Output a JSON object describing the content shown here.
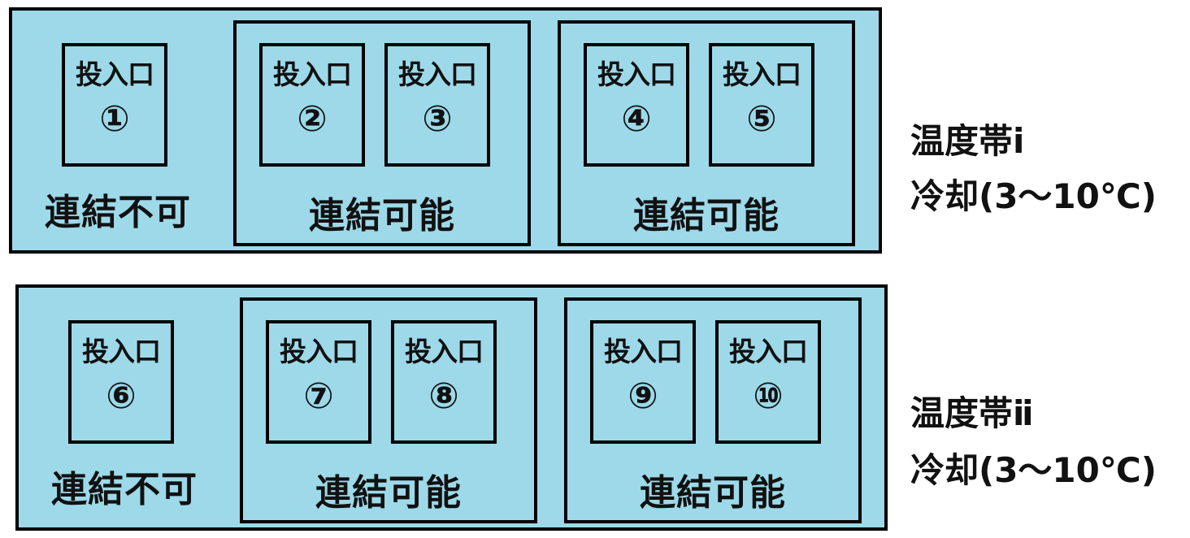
{
  "zones": [
    {
      "inlets": [
        {
          "label": "投入口",
          "number": "①"
        },
        {
          "label": "投入口",
          "number": "②"
        },
        {
          "label": "投入口",
          "number": "③"
        },
        {
          "label": "投入口",
          "number": "④"
        },
        {
          "label": "投入口",
          "number": "⑤"
        }
      ],
      "link_labels": [
        "連結不可",
        "連結可能",
        "連結可能"
      ],
      "temperature_band": "温度帯ⅰ",
      "cooling": "冷却(3～10℃)"
    },
    {
      "inlets": [
        {
          "label": "投入口",
          "number": "⑥"
        },
        {
          "label": "投入口",
          "number": "⑦"
        },
        {
          "label": "投入口",
          "number": "⑧"
        },
        {
          "label": "投入口",
          "number": "⑨"
        },
        {
          "label": "投入口",
          "number": "⑩"
        }
      ],
      "link_labels": [
        "連結不可",
        "連結可能",
        "連結可能"
      ],
      "temperature_band": "温度帯ⅱ",
      "cooling": "冷却(3～10℃)"
    }
  ]
}
